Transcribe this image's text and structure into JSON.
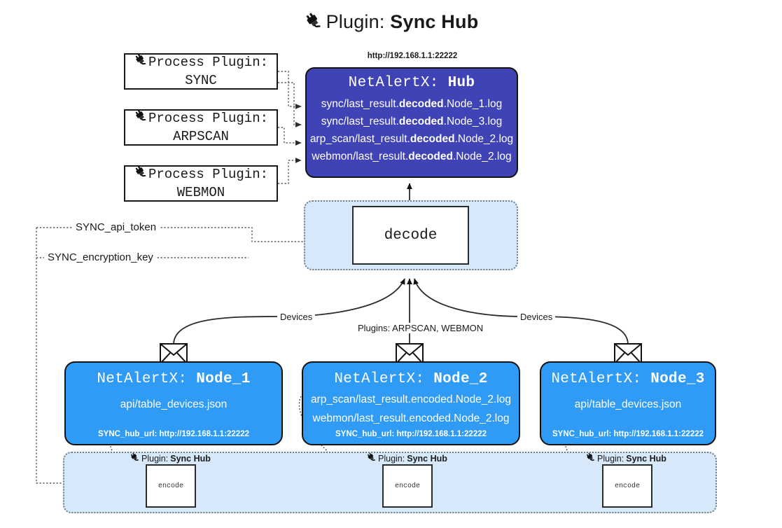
{
  "title": {
    "icon": "plug-icon",
    "prefix": "Plugin: ",
    "name": "Sync Hub"
  },
  "process_plugins": [
    {
      "icon": "plug-icon",
      "line1": "Process Plugin:",
      "line2": "SYNC"
    },
    {
      "icon": "plug-icon",
      "line1": "Process Plugin:",
      "line2": "ARPSCAN"
    },
    {
      "icon": "plug-icon",
      "line1": "Process Plugin:",
      "line2": "WEBMON"
    }
  ],
  "hub": {
    "url": "http://192.168.1.1:22222",
    "title_prefix": "NetAlertX: ",
    "title_name": "Hub",
    "lines": [
      {
        "pre": "sync/last_result.",
        "em": "decoded",
        "post": ".Node_1.log"
      },
      {
        "pre": "sync/last_result.",
        "em": "decoded",
        "post": ".Node_3.log"
      },
      {
        "pre": "arp_scan/last_result.",
        "em": "decoded",
        "post": ".Node_2.log"
      },
      {
        "pre": "webmon/last_result.",
        "em": "decoded",
        "post": ".Node_2.log"
      }
    ]
  },
  "decode": {
    "label": "decode"
  },
  "secrets": {
    "api_token": "SYNC_api_token",
    "encryption_key": "SYNC_encryption_key"
  },
  "edge_labels": {
    "devices_left": "Devices",
    "plugins_center": "Plugins: ARPSCAN, WEBMON",
    "devices_right": "Devices"
  },
  "nodes": [
    {
      "icon": "envelope-icon",
      "title_prefix": "NetAlertX: ",
      "title_name": "Node_1",
      "lines": [
        "api/table_devices.json"
      ],
      "footer": "SYNC_hub_url: http://192.168.1.1:22222"
    },
    {
      "icon": "envelope-icon",
      "title_prefix": "NetAlertX: ",
      "title_name": "Node_2",
      "lines": [
        "arp_scan/last_result.encoded.Node_2.log",
        "webmon/last_result.encoded.Node_2.log"
      ],
      "footer": "SYNC_hub_url: http://192.168.1.1:22222"
    },
    {
      "icon": "envelope-icon",
      "title_prefix": "NetAlertX: ",
      "title_name": "Node_3",
      "lines": [
        "api/table_devices.json"
      ],
      "footer": "SYNC_hub_url: http://192.168.1.1:22222"
    }
  ],
  "encoders": [
    {
      "icon": "plug-icon",
      "caption_prefix": "Plugin: ",
      "caption_name": "Sync Hub",
      "label": "encode"
    },
    {
      "icon": "plug-icon",
      "caption_prefix": "Plugin: ",
      "caption_name": "Sync Hub",
      "label": "encode"
    },
    {
      "icon": "plug-icon",
      "caption_prefix": "Plugin: ",
      "caption_name": "Sync Hub",
      "label": "encode"
    }
  ],
  "colors": {
    "hub_fill": "#4043b5",
    "node_fill": "#2f9bf5",
    "container_fill": "#d6e8fa",
    "stroke": "#111111",
    "dotted_stroke": "#6f7b86"
  }
}
